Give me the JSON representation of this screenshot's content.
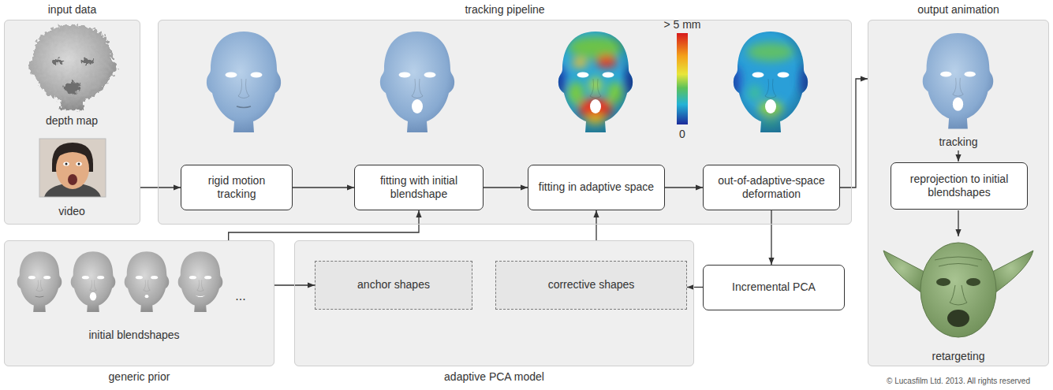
{
  "diagram": {
    "nodes": [
      {
        "text": [
          "input data"
        ]
      },
      {
        "text": [
          "tracking pipeline"
        ]
      },
      {
        "text": [
          "rigid motion tracking"
        ],
        "in": 1
      },
      {
        "text": [
          "fitting with initial blendshape"
        ],
        "in": 1
      },
      {
        "text": [
          "fitting in adaptive space"
        ],
        "in": 1
      },
      {
        "text": [
          "out-of-adaptive-space deformation"
        ],
        "in": 1
      },
      {
        "text": [
          "output animation"
        ]
      },
      {
        "text": [
          "reprojection to initial blendshapes"
        ],
        "in": 6
      },
      {
        "text": [
          "generic prior"
        ]
      },
      {
        "text": [
          "adaptive PCA model"
        ]
      },
      {
        "text": [
          "anchor shapes"
        ],
        "in": 9
      },
      {
        "text": [
          "corrective shapes"
        ],
        "in": 9
      },
      {
        "text": [
          "Incremental PCA"
        ]
      }
    ],
    "edges": [
      {
        "from": 0,
        "to": 2,
        "arrow": "to"
      },
      {
        "from": 2,
        "to": 3,
        "arrow": "to"
      },
      {
        "from": 3,
        "to": 4,
        "arrow": "to"
      },
      {
        "from": 4,
        "to": 5,
        "arrow": "to"
      },
      {
        "from": 5,
        "to": 6,
        "arrow": "to"
      },
      {
        "from": 5,
        "to": 12,
        "arrow": "to"
      },
      {
        "from": 12,
        "to": 11,
        "arrow": "to"
      },
      {
        "from": 9,
        "to": 4,
        "arrow": "to"
      },
      {
        "from": 8,
        "to": 3,
        "arrow": "to"
      },
      {
        "from": 8,
        "to": 10,
        "arrow": "to"
      }
    ],
    "labels": [
      "> 5 mm",
      "0",
      "depth map",
      "video",
      "tracking",
      "retargeting",
      "initial blendshapes",
      "...",
      "© Lucasfilm Ltd. 2013. All rights reserved"
    ]
  }
}
